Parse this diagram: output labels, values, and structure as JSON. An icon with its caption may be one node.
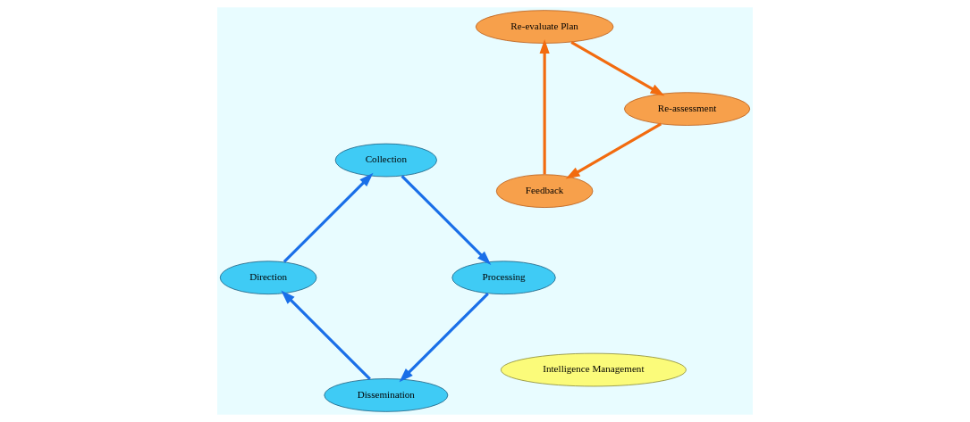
{
  "diagram": {
    "nodes": [
      {
        "text": [
          "Dissemination"
        ]
      },
      {
        "text": [
          "Direction"
        ]
      },
      {
        "text": [
          "Collection"
        ]
      },
      {
        "text": [
          "Processing"
        ]
      },
      {
        "text": [
          "Feedback"
        ]
      },
      {
        "text": [
          "Re-evaluate Plan"
        ]
      },
      {
        "text": [
          "Re-assessment"
        ]
      },
      {
        "text": [
          "Intelligence Management"
        ]
      }
    ],
    "edges": [
      {
        "from": 0,
        "to": 1,
        "arrow": "to"
      },
      {
        "from": 1,
        "to": 2,
        "arrow": "to"
      },
      {
        "from": 2,
        "to": 3,
        "arrow": "to"
      },
      {
        "from": 3,
        "to": 0,
        "arrow": "to"
      },
      {
        "from": 4,
        "to": 5,
        "arrow": "to",
        "color": "#f26b0f"
      },
      {
        "from": 5,
        "to": 6,
        "arrow": "to",
        "color": "#f26b0f"
      },
      {
        "from": 6,
        "to": 4,
        "arrow": "to",
        "color": "#f26b0f"
      }
    ]
  }
}
